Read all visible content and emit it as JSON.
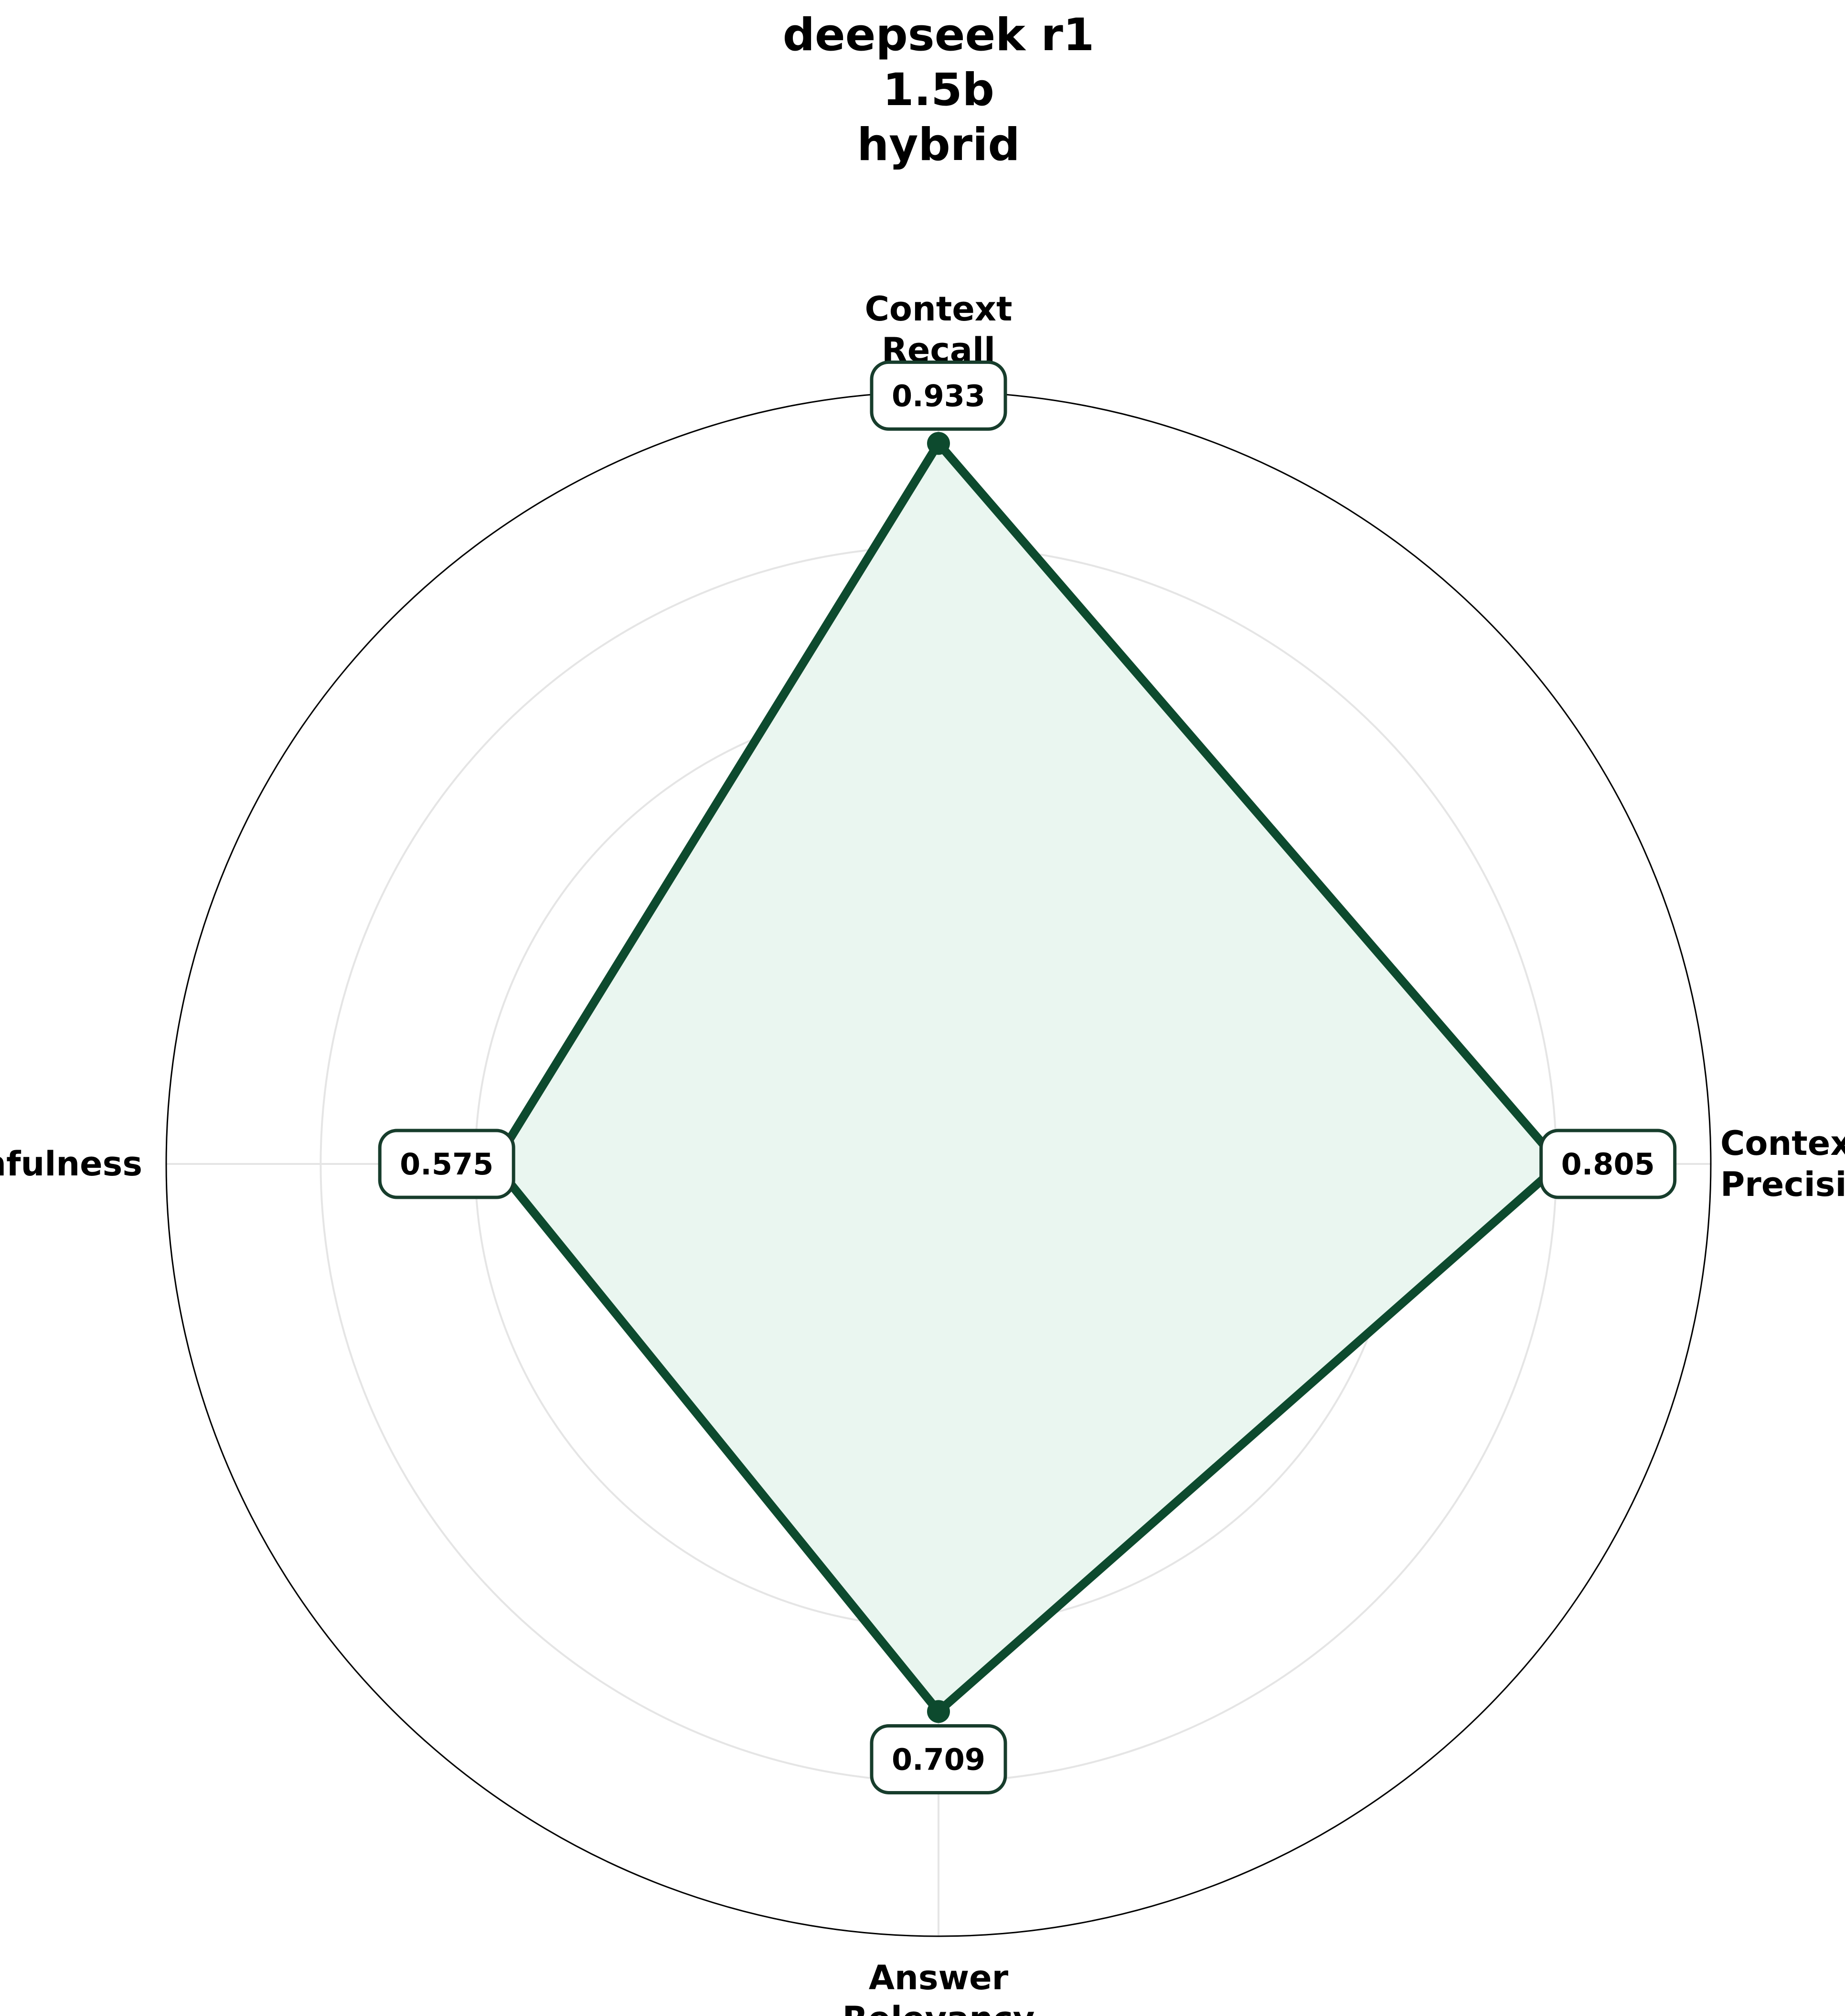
{
  "chart_data": {
    "type": "radar",
    "title": [
      "deepseek r1",
      "1.5b",
      "hybrid"
    ],
    "axes": [
      {
        "label": [
          "Context",
          "Recall"
        ],
        "value": 0.933
      },
      {
        "label": [
          "Context",
          "Precision"
        ],
        "value": 0.805
      },
      {
        "label": [
          "Answer",
          "Relevancy"
        ],
        "value": 0.709
      },
      {
        "label": [
          "Faithfulness"
        ],
        "value": 0.575
      }
    ],
    "rlim": [
      0,
      1
    ],
    "gridlines": [
      0.2,
      0.4,
      0.6,
      0.8
    ],
    "grid": true,
    "colors": {
      "line": "#0d4a2e",
      "fill": "#eaf6f0",
      "label_border": "#173d2c",
      "grid": "#e5e5e5",
      "frame": "#000000"
    }
  }
}
